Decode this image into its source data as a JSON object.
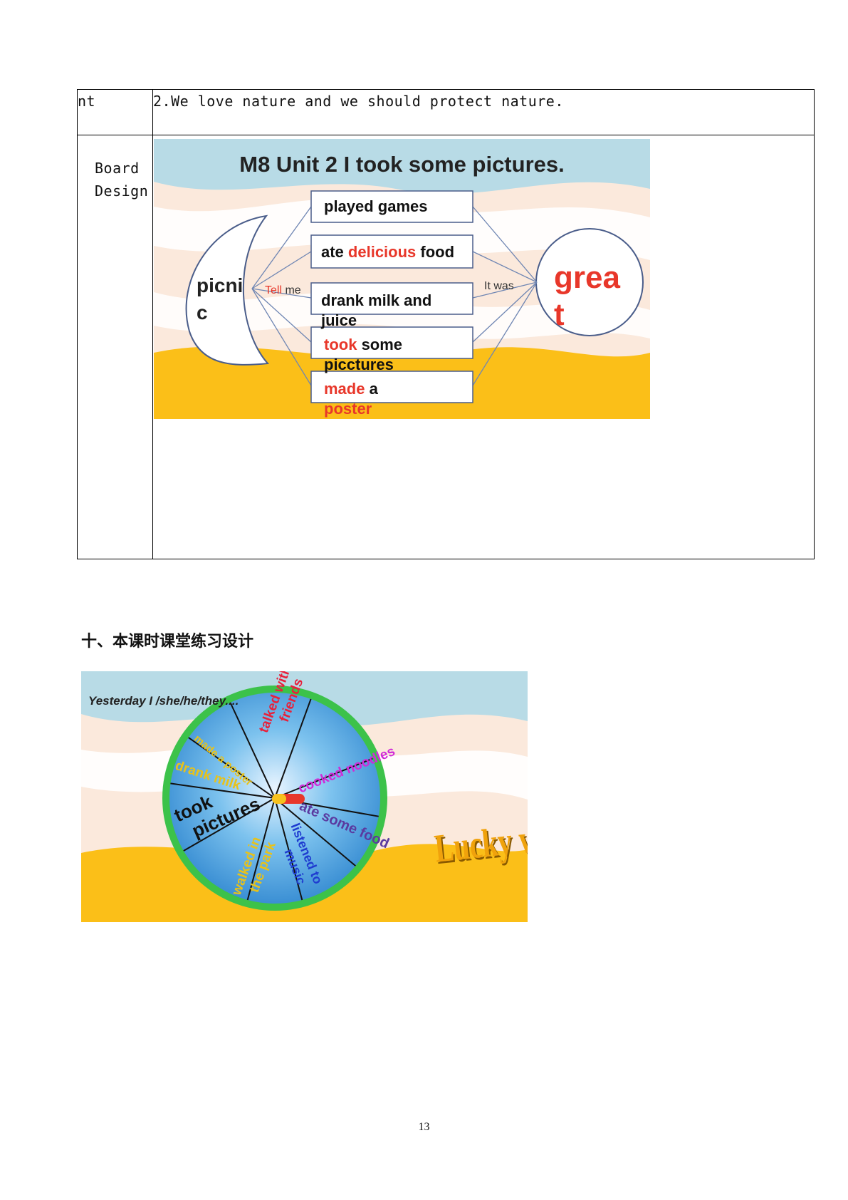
{
  "table": {
    "row1_left": "nt",
    "row1_right": "2.We love nature and we should protect nature.",
    "row2_left_line1": "Board",
    "row2_left_line2": "Design"
  },
  "board": {
    "title": "M8 Unit 2 I took some pictures.",
    "left_word_line1": "picni",
    "left_word_line2": "c",
    "tell_me_red": "Tell",
    "tell_me_black": " me",
    "it_was": "It was",
    "right_word_line1": "grea",
    "right_word_line2": "t",
    "boxes": [
      {
        "red": "",
        "black": "played games",
        "black2": "",
        "line2": ""
      },
      {
        "red": "delicious",
        "black": "ate ",
        "black2": " food",
        "line2": ""
      },
      {
        "red": "",
        "black": "drank milk and",
        "black2": "",
        "line2": "juice"
      },
      {
        "red": "took",
        "black": "",
        "black2": " some",
        "line2": "picctures"
      },
      {
        "red": "made",
        "black": "",
        "black2": " a",
        "line2": "poster"
      }
    ]
  },
  "section": {
    "heading": "十、本课时课堂练习设计"
  },
  "wheel": {
    "prompt": "Yesterday I /she/he/they....",
    "lucky": "Lucky wheel",
    "segments": [
      {
        "text1": "talked with",
        "text2": "friends",
        "color": "#e8203a"
      },
      {
        "text1": "cooked noodles",
        "text2": "",
        "color": "#d02ad8"
      },
      {
        "text1": "ate some food",
        "text2": "",
        "color": "#5a3aa0"
      },
      {
        "text1": "listened to",
        "text2": "music",
        "color": "#1f3cd0"
      },
      {
        "text1": "walked in",
        "text2": "the park",
        "color": "#e8c21a"
      },
      {
        "text1": "took",
        "text2": "pictures",
        "color": "#111111"
      },
      {
        "text1": "drank milk",
        "text2": "",
        "color": "#e8c21a"
      },
      {
        "text1": "made a poster",
        "text2": "",
        "color": "#e8c21a"
      }
    ]
  },
  "page_number": "13"
}
